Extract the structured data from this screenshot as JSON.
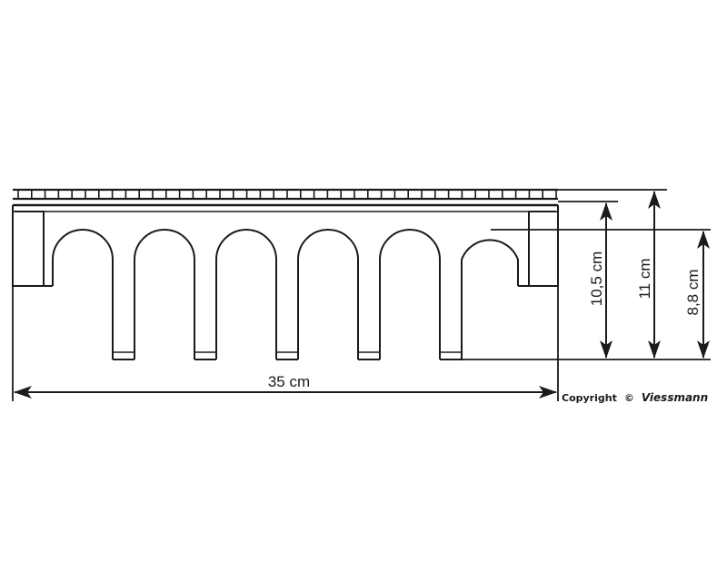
{
  "dimensions": {
    "length": "35 cm",
    "height_deck": "10,5 cm",
    "height_total": "11 cm",
    "height_arch": "8,8 cm"
  },
  "copyright": {
    "prefix": "Copyright",
    "symbol": "©",
    "brand": "Viessmann"
  },
  "colors": {
    "ink": "#1a1a1a",
    "background": "#ffffff"
  }
}
